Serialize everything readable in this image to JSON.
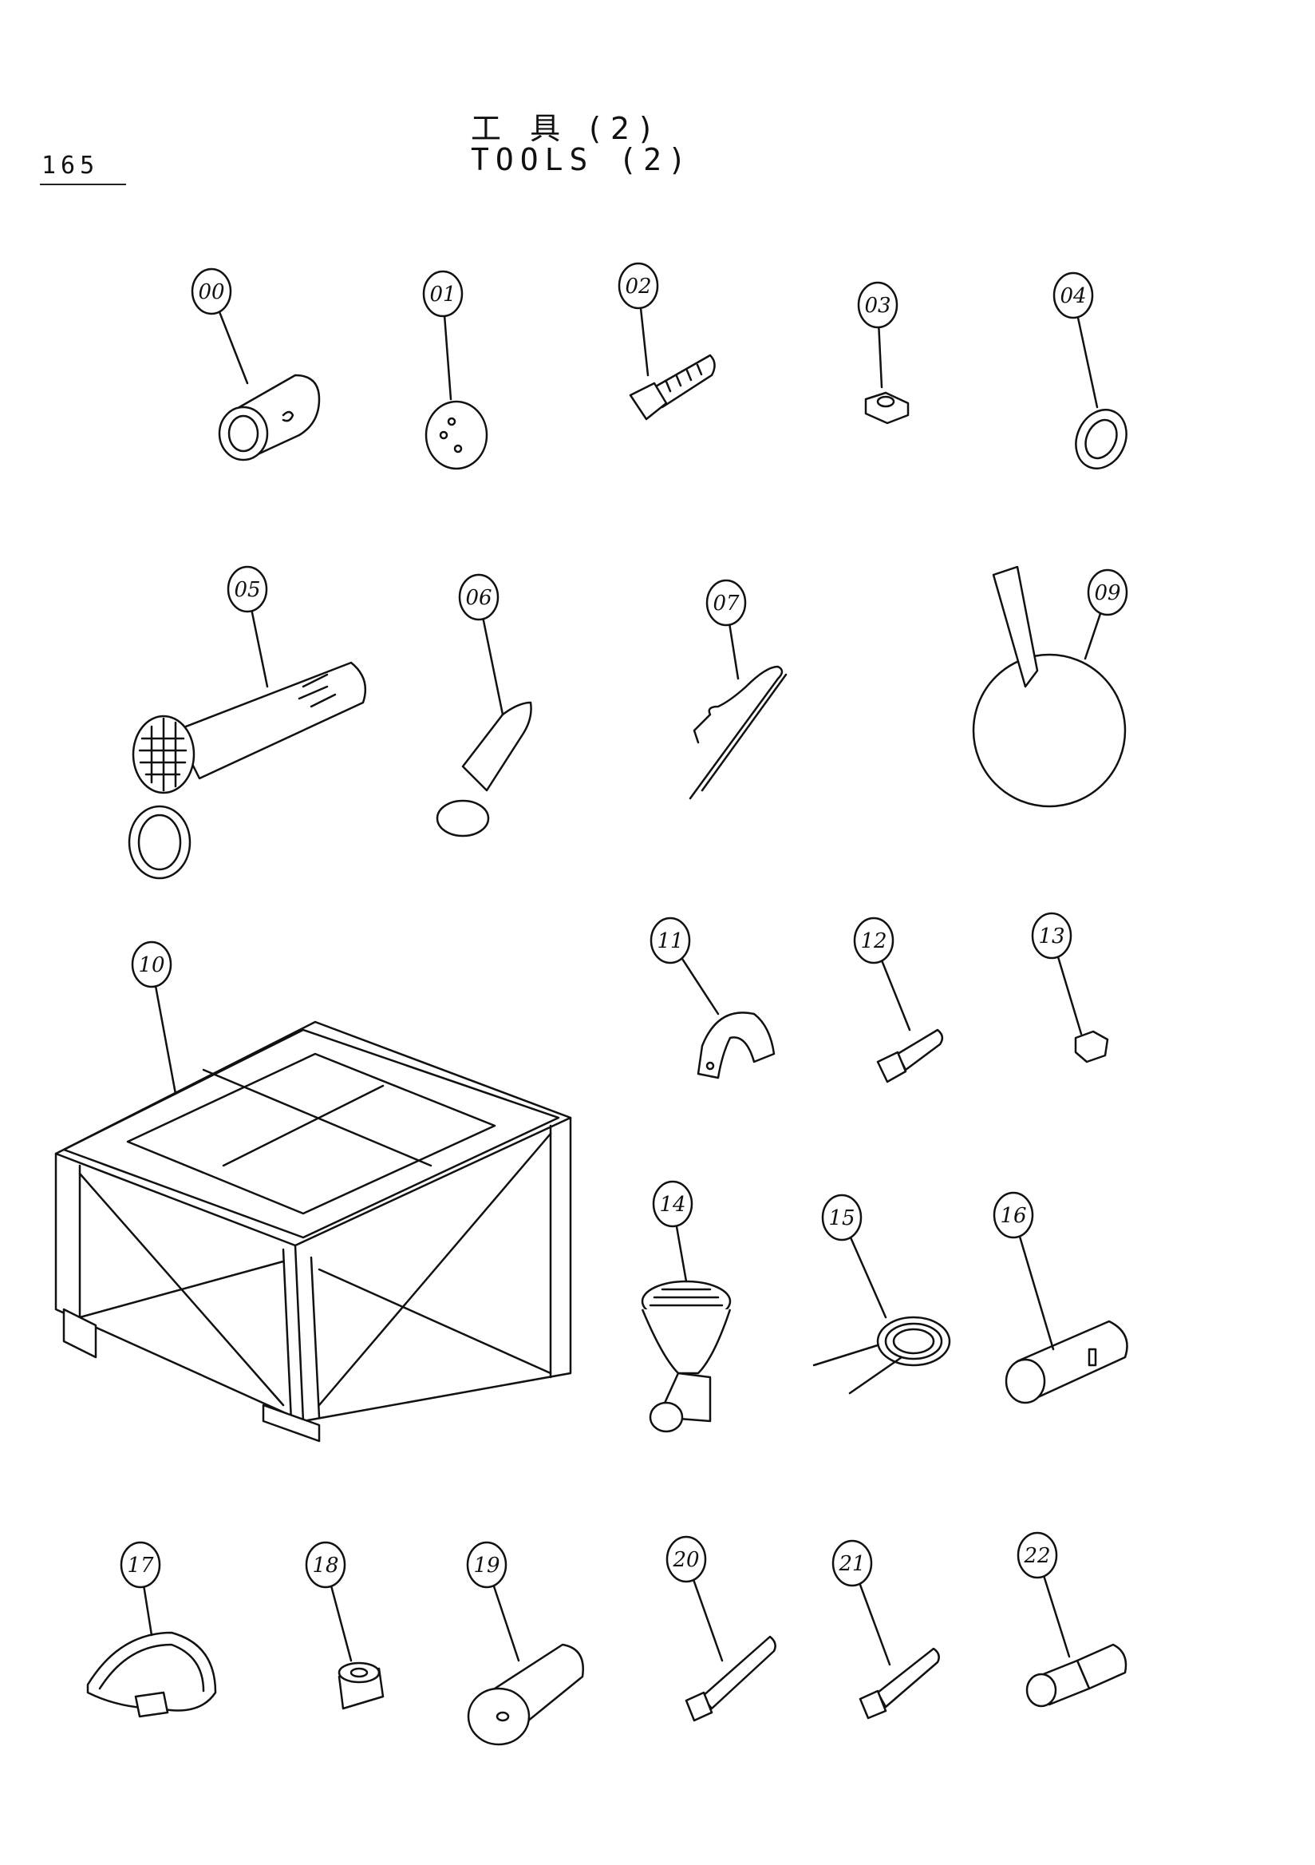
{
  "page_number": "165",
  "title": {
    "jp": "工  具 (2)",
    "en": "TOOLS (2)"
  },
  "parts": [
    {
      "no": "00",
      "icon": "sleeve-icon"
    },
    {
      "no": "01",
      "icon": "plate-icon"
    },
    {
      "no": "02",
      "icon": "bolt-icon"
    },
    {
      "no": "03",
      "icon": "nut-icon"
    },
    {
      "no": "04",
      "icon": "washer-icon"
    },
    {
      "no": "05",
      "icon": "strainer-icon"
    },
    {
      "no": "06",
      "icon": "pin-icon"
    },
    {
      "no": "07",
      "icon": "spring-pin-icon"
    },
    {
      "no": "09",
      "icon": "tag-icon"
    },
    {
      "no": "10",
      "icon": "tool-box-icon"
    },
    {
      "no": "11",
      "icon": "clamp-icon"
    },
    {
      "no": "12",
      "icon": "bolt-icon"
    },
    {
      "no": "13",
      "icon": "nut-icon"
    },
    {
      "no": "14",
      "icon": "funnel-icon"
    },
    {
      "no": "15",
      "icon": "hose-icon"
    },
    {
      "no": "16",
      "icon": "joint-icon"
    },
    {
      "no": "17",
      "icon": "band-icon"
    },
    {
      "no": "18",
      "icon": "collar-icon"
    },
    {
      "no": "19",
      "icon": "pin-icon"
    },
    {
      "no": "20",
      "icon": "bolt-icon"
    },
    {
      "no": "21",
      "icon": "bolt-icon"
    },
    {
      "no": "22",
      "icon": "adapter-icon"
    }
  ]
}
